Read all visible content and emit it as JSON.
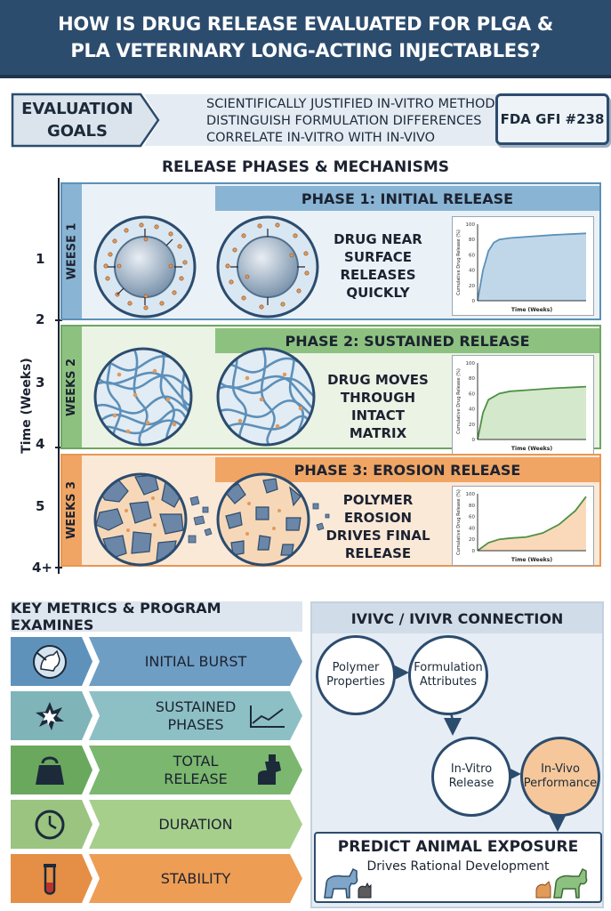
{
  "title": {
    "line1": "HOW IS DRUG RELEASE EVALUATED FOR PLGA &",
    "line2": "PLA VETERINARY LONG-ACTING INJECTABLES?"
  },
  "goals": {
    "tag_line1": "EVALUATION",
    "tag_line2": "GOALS",
    "items": [
      "SCIENTIFICALLY JUSTIFIED IN-VITRO METHOD",
      "DISTINGUISH FORMULATION DIFFERENCES",
      "CORRELATE IN-VITRO WITH IN-VIVO"
    ],
    "badge": "FDA GFI #238"
  },
  "phases_section": {
    "title": "RELEASE PHASES & MECHANISMS",
    "axis_label": "Time (Weeks)",
    "ticks": [
      "1",
      "2",
      "3",
      "4",
      "5",
      "4+"
    ],
    "phases": [
      {
        "side": "WEESE 1",
        "title": "PHASE 1: INITIAL RELEASE",
        "desc": [
          "DRUG NEAR",
          "SURFACE",
          "RELEASES",
          "QUICKLY"
        ],
        "chart_ylabel": "Cumulative Drug Release (%)",
        "chart_xlabel": "Time (Weeks)",
        "color": "#8ab4d4"
      },
      {
        "side": "WEEKS 2",
        "title": "PHASE 2: SUSTAINED RELEASE",
        "desc": [
          "DRUG MOVES",
          "THROUGH INTACT",
          "MATRIX"
        ],
        "chart_ylabel": "Cumulative Drug Release (%)",
        "chart_xlabel": "Time (Weeks)",
        "color": "#8dc180"
      },
      {
        "side": "WEEKS 3",
        "title": "PHASE 3: EROSION RELEASE",
        "desc": [
          "POLYMER",
          "EROSION",
          "DRIVES FINAL",
          "RELEASE"
        ],
        "chart_ylabel": "Cumulative Drug Release (%)",
        "chart_xlabel": "Time (Weeks)",
        "color": "#f0a564"
      }
    ]
  },
  "chart_data": [
    {
      "type": "line",
      "ylim": [
        0,
        100
      ],
      "yticks": [
        "0",
        "20",
        "40",
        "60",
        "80",
        "100"
      ],
      "ylabel": "Cumulative Drug Release (%)",
      "xlabel": "Time (Weeks)",
      "x": [
        0,
        0.05,
        0.1,
        0.15,
        0.2,
        0.3,
        0.5,
        0.7,
        1.0
      ],
      "y": [
        0,
        40,
        65,
        76,
        80,
        82,
        84,
        86,
        88
      ]
    },
    {
      "type": "line",
      "ylim": [
        0,
        100
      ],
      "yticks": [
        "0",
        "20",
        "40",
        "60",
        "80",
        "100"
      ],
      "ylabel": "Cumulative Drug Release (%)",
      "xlabel": "Time (Weeks)",
      "x": [
        0,
        0.05,
        0.1,
        0.2,
        0.3,
        0.5,
        0.7,
        1.0
      ],
      "y": [
        0,
        35,
        52,
        60,
        63,
        65,
        67,
        69
      ]
    },
    {
      "type": "line",
      "ylim": [
        0,
        100
      ],
      "yticks": [
        "0",
        "20",
        "40",
        "60",
        "80",
        "100"
      ],
      "ylabel": "Cumulative Drug Release (%)",
      "xlabel": "Time (Weeks)",
      "x": [
        0,
        0.1,
        0.2,
        0.3,
        0.45,
        0.6,
        0.75,
        0.9,
        1.0
      ],
      "y": [
        0,
        14,
        20,
        22,
        24,
        31,
        46,
        70,
        95
      ]
    }
  ],
  "metrics": {
    "title": "KEY METRICS & PROGRAM EXAMINES",
    "rows": [
      {
        "label": "INITIAL BURST",
        "icon": "animal-injection-icon",
        "color": "#6f9ec4",
        "icon_color": "#5f92bb"
      },
      {
        "label": "SUSTAINED PHASES",
        "icon": "burst-icon",
        "icon2": "rising-chart-icon",
        "color": "#8dc0c4",
        "icon_color": "#7fb4b9"
      },
      {
        "label": "TOTAL RELEASE",
        "icon": "weight-icon",
        "icon2": "bottle-icon",
        "color": "#7bb76f",
        "icon_color": "#6aa85e"
      },
      {
        "label": "DURATION",
        "icon": "clock-icon",
        "color": "#a7cf8c",
        "icon_color": "#9ac47f"
      },
      {
        "label": "STABILITY",
        "icon": "test-tube-icon",
        "color": "#ee9d55",
        "icon_color": "#e58e45"
      }
    ]
  },
  "ivivc": {
    "title": "IVIVC / IVIVR CONNECTION",
    "nodes": [
      "Polymer Properties",
      "Formulation Attributes",
      "In-Vitro Release",
      "In-Vivo Performance"
    ],
    "predict_title": "PREDICT ANIMAL EXPOSURE",
    "predict_sub": "Drives Rational Development"
  }
}
